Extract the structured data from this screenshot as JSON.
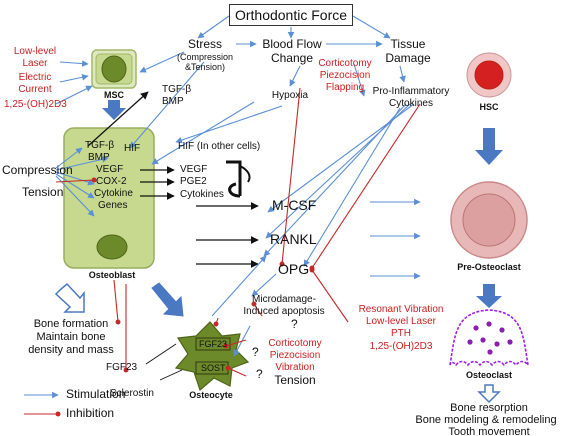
{
  "title": "Orthodontic Force",
  "labels": {
    "stress": "Stress",
    "stress_sub": "(Compression",
    "stress_sub2": "&Tension)",
    "blood_flow": "Blood Flow",
    "blood_flow2": "Change",
    "tissue": "Tissue",
    "tissue2": "Damage",
    "cortico_top": [
      "Corticotomy",
      "Piezocision",
      "Flapping"
    ],
    "hypoxia": "Hypoxia",
    "pro_inflam": "Pro-Inflammatory",
    "pro_inflam2": "Cytokines",
    "left_red": [
      "Low-level",
      "Laser",
      "Electric",
      "Current",
      "1,25-(OH)2D3"
    ],
    "msc": "MSC",
    "hsc": "HSC",
    "tgfb_bmp_out": [
      "TGF-β",
      "BMP"
    ],
    "hif_other": "HIF (In other cells)",
    "cell_tgfb": "TGF-β",
    "cell_bmp": "BMP",
    "cell_hif": "HIF",
    "cell_vegf": "VEGF",
    "cell_cox2": "COX-2",
    "cell_cytokine": "Cytokine",
    "cell_genes": "Genes",
    "out_vegf": "VEGF",
    "out_pge2": "PGE2",
    "out_cytokines": "Cytokines",
    "compression": "Compression",
    "tension": "Tension",
    "mcsf": "M-CSF",
    "rankl": "RANKL",
    "opg": "OPG",
    "osteoblast": "Osteoblast",
    "preosteoclast": "Pre-Osteoclast",
    "osteoclast": "Osteoclast",
    "microdamage": [
      "Microdamage-",
      "Induced apoptosis"
    ],
    "qmark": "?",
    "resonant": [
      "Resonant Vibration",
      "Low-level Laser",
      "PTH",
      "1,25-(OH)2D3"
    ],
    "bone_formation": [
      "Bone formation",
      "Maintain bone",
      "density and mass"
    ],
    "fgf23_left": "FGF23",
    "sclerostin": "Sclerostin",
    "fgf23_cell": "FGF23",
    "sost_cell": "SOST",
    "osteocyte": "Osteocyte",
    "cortico_bottom": [
      "Corticotomy",
      "Piezocision",
      "Vibration"
    ],
    "tension_bottom": "Tension",
    "bone_resorption": [
      "Bone resorption",
      "Bone modeling & remodeling",
      "Tooth movement"
    ],
    "legend_stim": "Stimulation",
    "legend_inhib": "Inhibition"
  },
  "colors": {
    "stimulation": "#5b8fd6",
    "inhibition": "#c62828",
    "cell_green": "#c6d98f",
    "nucleus_green": "#6d8a2b",
    "osteoclast_purple": "#a020f0",
    "preosteoclast": "#e8b8b8",
    "hsc_red": "#d42020"
  }
}
